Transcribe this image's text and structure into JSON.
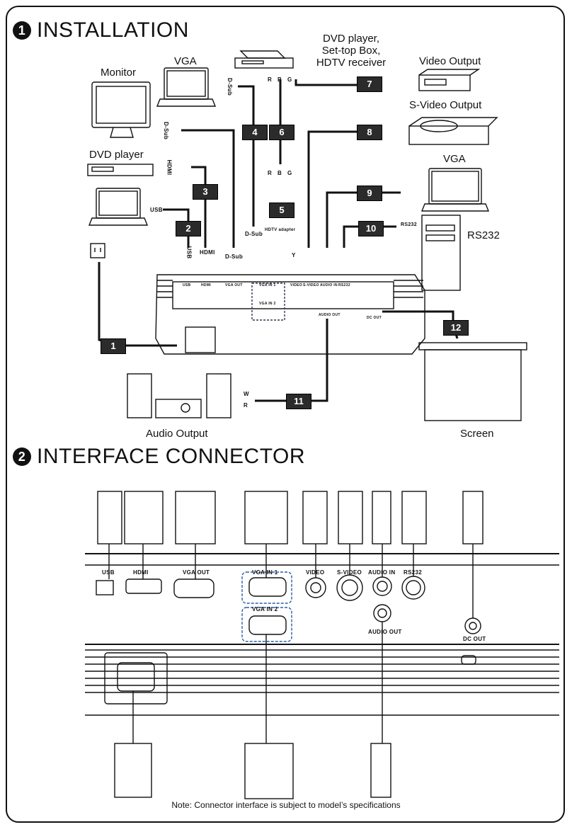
{
  "sections": {
    "installation": {
      "number": "1",
      "title": "INSTALLATION"
    },
    "interface": {
      "number": "2",
      "title": "INTERFACE CONNECTOR"
    }
  },
  "devices": {
    "monitor": "Monitor",
    "vga_top": "VGA",
    "dvd_settop": [
      "DVD player,",
      "Set-top Box,",
      "HDTV receiver"
    ],
    "video_output": "Video Output",
    "svideo_output": "S-Video Output",
    "dvd_player": "DVD player",
    "vga_right": "VGA",
    "rs232": "RS232",
    "audio_output": "Audio Output",
    "screen": "Screen"
  },
  "cables": [
    "1",
    "2",
    "3",
    "4",
    "5",
    "6",
    "7",
    "8",
    "9",
    "10",
    "11",
    "12"
  ],
  "plug_labels": {
    "usb": "USB",
    "hdmi": "HDMI",
    "dsub": "D-Sub",
    "hdtv_adapter": "HDTV adapter",
    "y": "Y",
    "rs232_plug": "RS232",
    "w": "W",
    "r": "R",
    "rca_r": "R",
    "rca_b": "B",
    "rca_g": "G"
  },
  "ports": {
    "usb": "USB",
    "hdmi": "HDMI",
    "vga_out": "VGA OUT",
    "vga_in1": "VGA IN 1",
    "vga_in2": "VGA IN 2",
    "video": "VIDEO",
    "svideo": "S-VIDEO",
    "audio_in": "AUDIO IN",
    "rs232": "RS232",
    "audio_out": "AUDIO OUT",
    "dc_out": "DC OUT"
  },
  "note": "Note: Connector interface is subject to model’s specifications"
}
